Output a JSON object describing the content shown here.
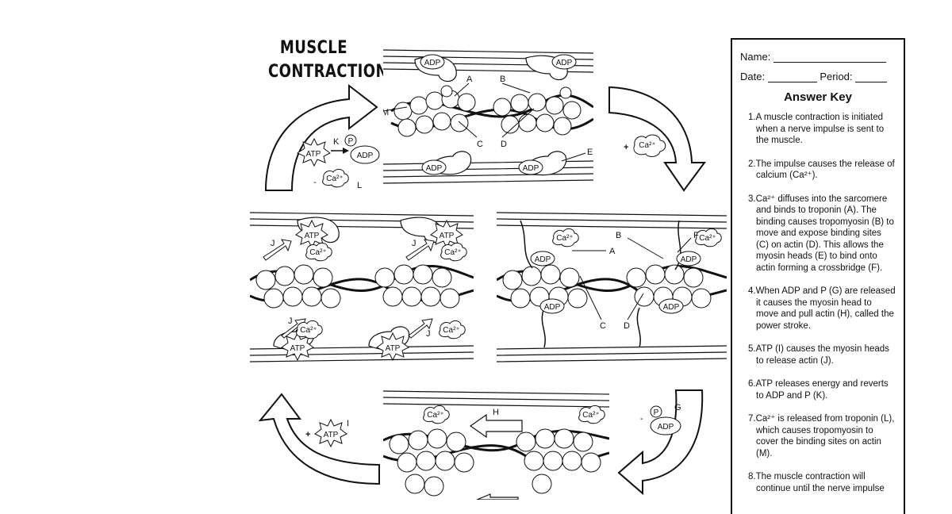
{
  "title": {
    "line1": "MUSCLE",
    "line2": "CONTRACTION"
  },
  "answer_sheet": {
    "name_label": "Name:",
    "date_label": "Date:",
    "period_label": "Period:",
    "heading": "Answer Key",
    "steps": [
      "1.A muscle contraction is initiated when a nerve impulse is sent to the muscle.",
      "2.The impulse causes the release of calcium (Ca²⁺).",
      "3.Ca²⁺ diffuses into the sarcomere and binds to troponin (A). The binding causes tropomyosin (B) to move and expose binding sites (C) on actin (D). This allows the myosin heads (E) to bind onto actin forming a crossbridge (F).",
      "4.When ADP and P (G) are released it causes the myosin head to move and pull actin (H), called the power stroke.",
      "5.ATP (I) causes the myosin heads to release actin (J).",
      "6.ATP releases energy and reverts to ADP and P (K).",
      "7.Ca²⁺ is released from troponin (L), which causes tropomyosin to cover the binding sites on actin (M).",
      "8.The muscle contraction will continue until the nerve impulse"
    ]
  },
  "molecules": {
    "adp": "ADP",
    "atp": "ATP",
    "p": "P",
    "ca": "Ca²⁺",
    "plus": "+",
    "minus": "-"
  },
  "labels": {
    "top": [
      "A",
      "B",
      "C",
      "D",
      "E",
      "M"
    ],
    "cycle_left": [
      "K",
      "L"
    ],
    "right": [
      "A",
      "B",
      "C",
      "D",
      "F"
    ],
    "left": [
      "J",
      "J",
      "J",
      "J"
    ],
    "bottom": [
      "H"
    ],
    "cycle_bottom_right": [
      "G"
    ],
    "cycle_bottom_left": [
      "I"
    ]
  }
}
